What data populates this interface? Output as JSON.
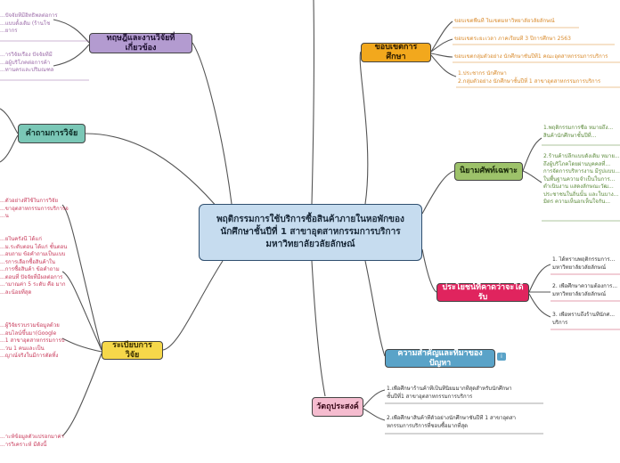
{
  "central": {
    "title": "พฤติกรรมการใช้บริการซื้อสินค้าภายในหอพักของ\nนักศึกษาชั้นปีที่ 1 สาขาอุตสาหกรรมการบริการ\nมหาวิทยาลัยวลัยลักษณ์"
  },
  "branches": {
    "scope": {
      "label": "ขอบเขตการศึกษา",
      "items": [
        "ขอบเขตพื้นที่          ในเขตมหาวิทยาลัยวลัยลักษณ์",
        "ขอบเขตระยะเวลา    ภาคเรียนที่ 3 ปีการศึกษา 2563",
        "ขอบเขตกลุ่มตัวอย่าง  นักศึกษาชั้นปีที่1 คณะอุตสาหกรรมการบริการ",
        "1.ประชากร          นักศึกษา\n2.กลุ่มตัวอย่าง   นักศึกษาชั้นปีที่ 1 สาขาอุตสาหกรรมการบริการ"
      ]
    },
    "theory": {
      "label": "ทฤษฎีและงานวิจัยที่เกี่ยวข้อง",
      "items": [
        "...ปัจจัยที่มีอิทธิพลต่อการ\n...แบบดั้งเดิม (ร้านโช\n...ยากร",
        "...ารวิจัยเรื่อง ปัจจัยที่มี\n...อผู้บริโภคต่อการค้า\n...ทานครและปริมณฑล"
      ]
    },
    "question": {
      "label": "คำถามการวิจัย"
    },
    "methodology": {
      "label": "ระเบียบการวิจัย",
      "items": [
        "...ตัวอย่างที่ใช้ในการวิจัย\n...ขาอุตสาหกรรมการบริการจ\n...น",
        "...ยในครั้งนี้ ได้แก่\n...ม.ระดับตอน ได้แก่ ชั้นตอน\n...อบถาม ข้อคำถามเป็นแบบ\n...รการเลือกซื้อสินค้าใน\n...การซื้อสินค้า ข้อคำถาม\n...ตอนที่ ปัจจัยที่มีผลต่อการ\n...ามาณค่า 5 ระดับ คือ มาก\n...ละน้อยที่สุด",
        "...ผู้วิจัยรวบรวมข้อมูลด้วย\n...อนไลน์ขึ้นมา(Google\n...1 สาขาอุตสาหกรรมการบ\n...วน 1 คนและเป็น\n...ญาณ์จริงในมีการตัดทิ้ง",
        "...าะห์ข้อมูลตัวแปรอกมาค่า\n...ารวิเคราะห์ มีดังนี้"
      ]
    },
    "definitions": {
      "label": "นิยามศัพท์เฉพาะ",
      "items": [
        "1.พฤติกรรมการซื้อ หมายถึง...\nสินค้านักศึกษาชั้นปีที่...",
        "2.ร้านค้าปลีกแบบดั้งเดิม หมาย...\nถึงผู้บริโภคโดยผ่านบุคคลที่...\nการจัดการบริหารงาน มีรูปแบบ...\nในพื้นฐานความจำเป็นในการ...\nดำเนินงาน แสดงลักษณะวัฒ...\nประชาชนในถิ่นนั้น และในบาง...\nมิตร ความเห็นอกเห็นใจกัน..."
      ]
    },
    "benefits": {
      "label": "ประโยชน์ที่คาดว่าจะได้รับ",
      "items": [
        "1. ได้ทราบพฤติกรรมการ...\nมหาวิทยาลัยวลัยลักษณ์",
        "2. เพื่อศึกษาความต้องการ...\nมหาวิทยาลัยวลัยลักษณ์",
        "3. เพื่อทราบถึงร้านที่นักศ...\nบริการ"
      ]
    },
    "significance": {
      "label": "ความสำคัญและที่มาของปัญหา",
      "badge": "i"
    },
    "objectives": {
      "label": "วัตถุประสงค์",
      "items": [
        "1.เพื่อศึกษาร้านค้าที่เป็นที่นิยมมากที่สุดสำหรับนักศึกษา\nชั้นปีที่1 สาขาอุตสาหกรรมการบริการ",
        "2.เพื่อศึกษาสินค้าที่ตัวอย่างนักศึกษาชั้นปีที่ 1 สาขาอุตสา\nหกรรมการบริการที่ชอบซื้อมากที่สุด"
      ]
    }
  },
  "colors": {
    "central": "#c6dcef",
    "scope": "#f2a81d",
    "theory": "#b39bd0",
    "question": "#7ac7b6",
    "methodology": "#f6d84a",
    "definitions": "#9dc26a",
    "benefits": "#e0245e",
    "significance": "#5aa3c8",
    "objectives": "#f5bccf"
  }
}
